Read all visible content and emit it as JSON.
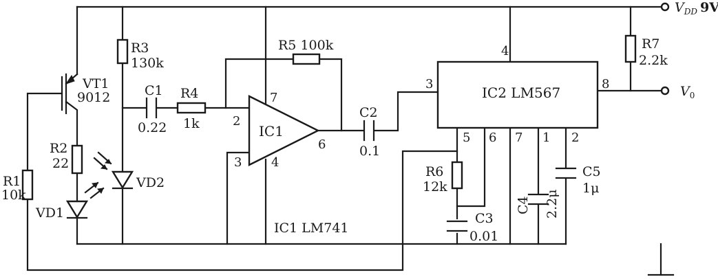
{
  "supply": {
    "label_main": "V",
    "label_sub": "DD",
    "label_value": "9V"
  },
  "output": {
    "label_main": "V",
    "label_sub": "0"
  },
  "components": {
    "vt1": {
      "name": "VT1",
      "value": "9012"
    },
    "r1": {
      "name": "R1",
      "value": "10k"
    },
    "r2": {
      "name": "R2",
      "value": "22"
    },
    "r3": {
      "name": "R3",
      "value": "130k"
    },
    "r4": {
      "name": "R4",
      "value": "1k"
    },
    "r5": {
      "name": "R5",
      "value": "100k"
    },
    "r6": {
      "name": "R6",
      "value": "12k"
    },
    "r7": {
      "name": "R7",
      "value": "2.2k"
    },
    "c1": {
      "name": "C1",
      "value": "0.22"
    },
    "c2": {
      "name": "C2",
      "value": "0.1"
    },
    "c3": {
      "name": "C3",
      "value": "0.01"
    },
    "c4": {
      "name": "C4",
      "value": "2.2μ"
    },
    "c5": {
      "name": "C5",
      "value": "1μ"
    },
    "vd1": {
      "name": "VD1"
    },
    "vd2": {
      "name": "VD2"
    }
  },
  "ic1": {
    "name": "IC1",
    "part_note": "IC1 LM741",
    "pins": [
      "2",
      "3",
      "4",
      "6",
      "7"
    ]
  },
  "ic2": {
    "title": "IC2 LM567",
    "pins": [
      "1",
      "2",
      "3",
      "4",
      "5",
      "6",
      "7",
      "8"
    ]
  }
}
